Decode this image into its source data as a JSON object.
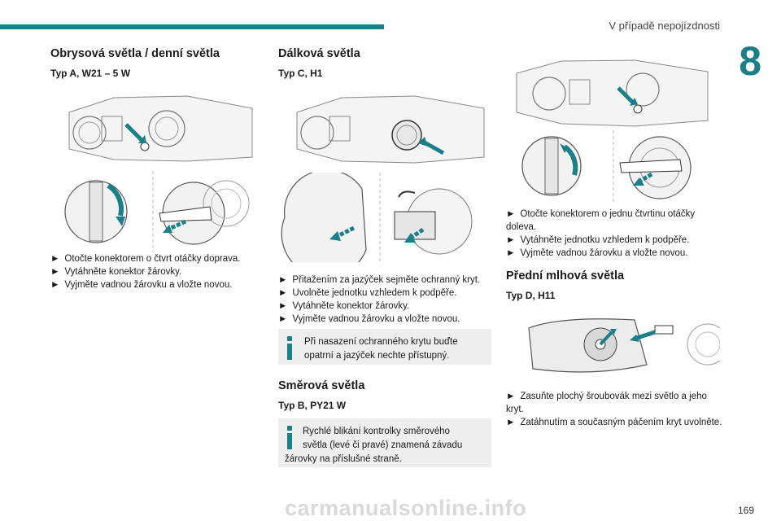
{
  "header": {
    "title": "V případě nepojízdnosti",
    "chapter": "8"
  },
  "col1": {
    "title": "Obrysová světla / denní světla",
    "subtitle": "Typ A, W21 – 5 W",
    "steps": [
      "Otočte konektorem o čtvrt otáčky doprava.",
      "Vytáhněte konektor žárovky.",
      "Vyjměte vadnou žárovku a vložte novou."
    ]
  },
  "col2": {
    "title": "Dálková světla",
    "subtitle": "Typ C, H1",
    "steps": [
      "Přitažením za jazýček sejměte ochranný kryt.",
      "Uvolněte jednotku vzhledem k podpěře.",
      "Vytáhněte konektor žárovky.",
      "Vyjměte vadnou žárovku a vložte novou."
    ],
    "info1": "Při nasazení ochranného krytu buďte opatrní a jazýček nechte přístupný.",
    "section2_title": "Směrová světla",
    "section2_subtitle": "Typ B, PY21 W",
    "info2_line1": "Rychlé blikání kontrolky směrového",
    "info2_line2": "světla (levé či pravé) znamená závadu",
    "info2_line3": "žárovky na příslušné straně."
  },
  "col3": {
    "steps": [
      "Otočte konektorem o jednu čtvrtinu otáčky doleva.",
      "Vytáhněte jednotku vzhledem k podpěře.",
      "Vyjměte vadnou žárovku a vložte novou."
    ],
    "section2_title": "Přední mlhová světla",
    "section2_subtitle": "Typ D, H11",
    "steps2": [
      "Zasuňte plochý šroubovák mezi světlo a jeho kryt.",
      "Zatáhnutím a současným páčením kryt uvolněte."
    ]
  },
  "step_marker": "►",
  "footer": {
    "page": "169",
    "watermark": "carmanualsonline.info"
  },
  "colors": {
    "accent": "#1a7f86",
    "info_bg": "#eeeeee"
  }
}
